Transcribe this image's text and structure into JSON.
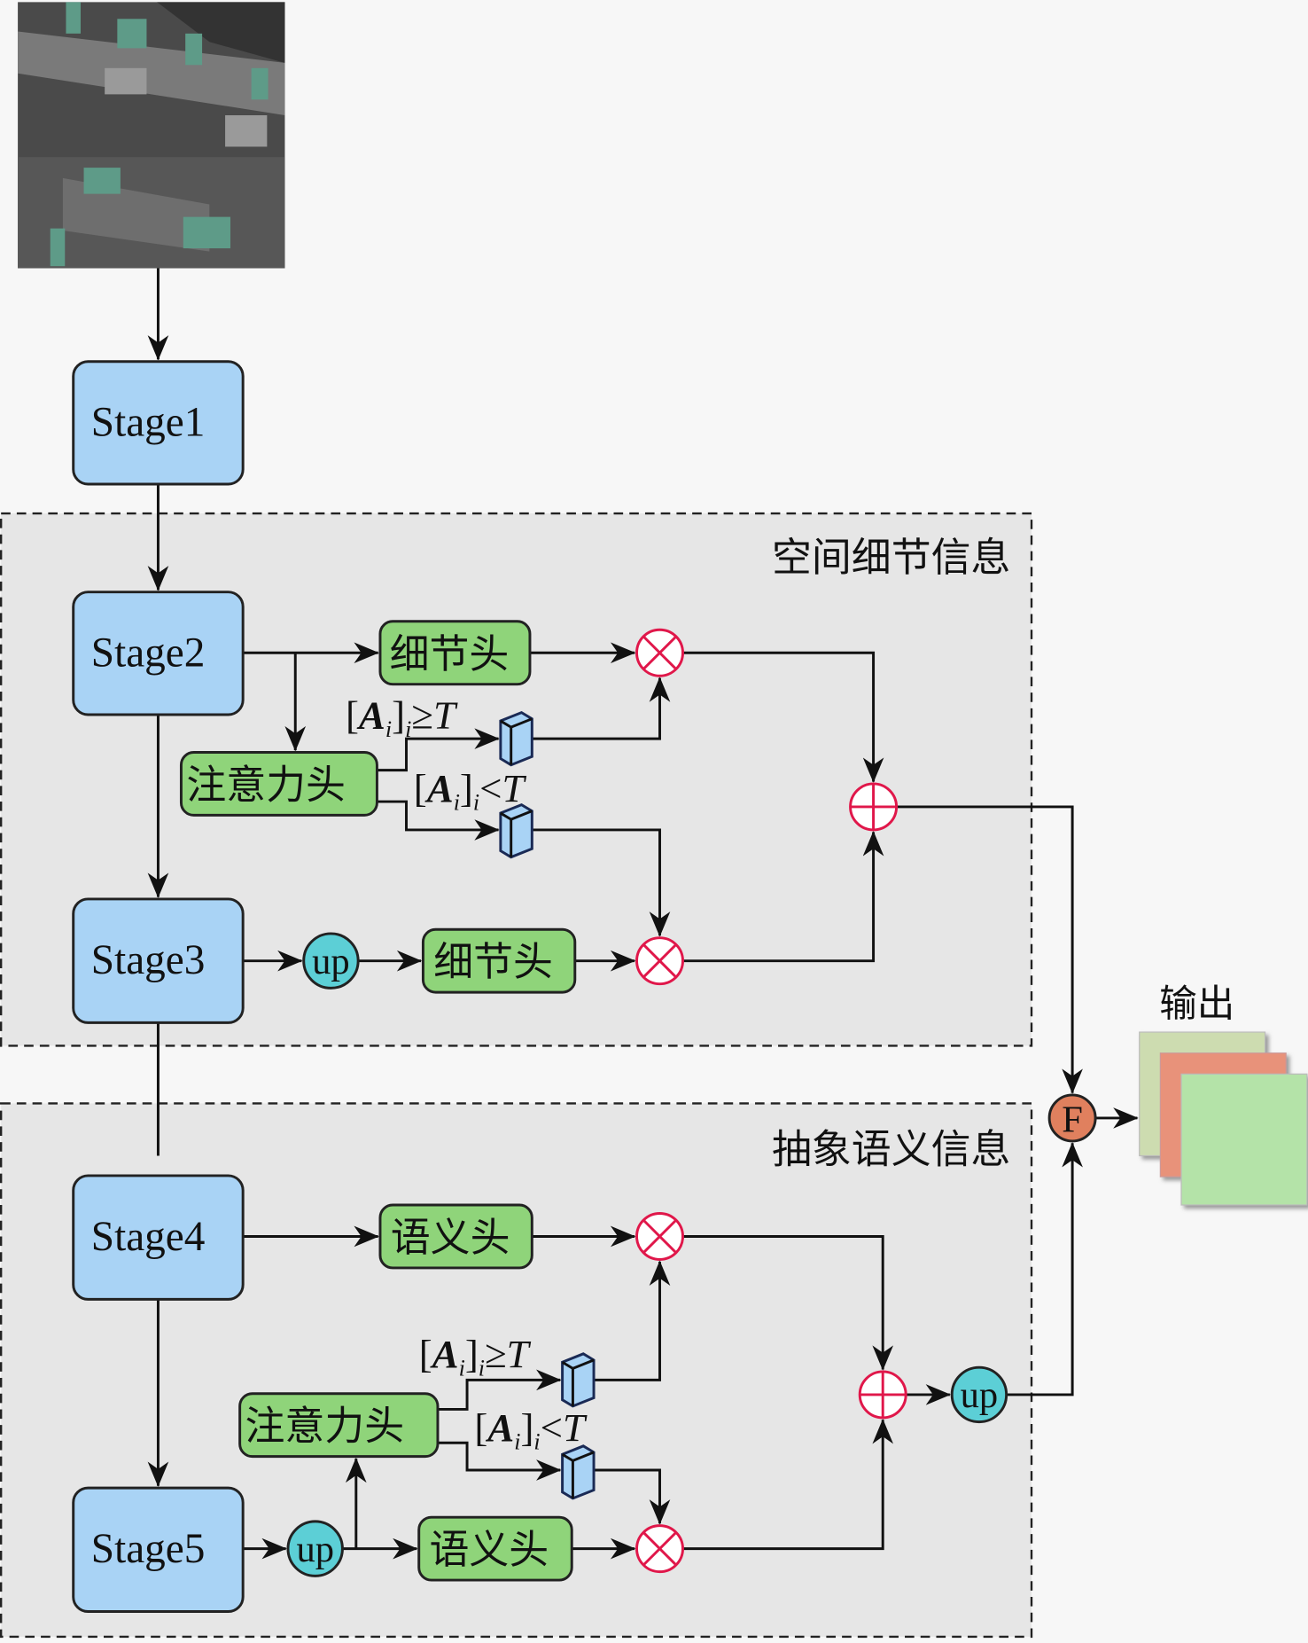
{
  "stages": [
    "Stage1",
    "Stage2",
    "Stage3",
    "Stage4",
    "Stage5"
  ],
  "panels": {
    "spatial_title": "空间细节信息",
    "semantic_title": "抽象语义信息"
  },
  "heads": {
    "detail": "细节头",
    "attention": "注意力头",
    "semantic": "语义头"
  },
  "condition": {
    "bracket_open": "[",
    "A": "A",
    "sub": "i",
    "bracket_close": "]",
    "ge": "≥",
    "lt": "<",
    "T": "T"
  },
  "up_label": "up",
  "fusion_label": "F",
  "output_label": "输出",
  "colors": {
    "stage": "#a9d3f5",
    "head": "#8fd47a",
    "up": "#5ccfd6",
    "fusion": "#e0805e",
    "operator": "#e0174a",
    "output": [
      "#cddcb0",
      "#e8927a",
      "#b4e3a8"
    ]
  }
}
